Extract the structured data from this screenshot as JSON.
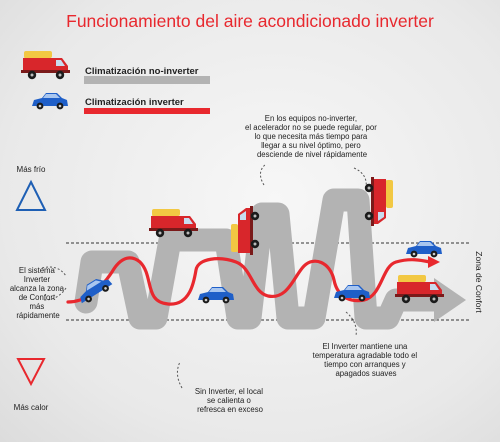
{
  "title": "Funcionamiento del aire acondicionado inverter",
  "legend": {
    "non_inverter": {
      "label": "Climatización no-inverter",
      "color": "#b3b3b3"
    },
    "inverter": {
      "label": "Climatización inverter",
      "color": "#e8282e"
    }
  },
  "cold_label": "Más frío",
  "hot_label": "Más calor",
  "comfort_label": "Zona de Confort",
  "annotations": {
    "top_right": [
      "En los equipos no-inverter,",
      "el acelerador no se puede regular, por",
      "lo que necesita más tiempo para",
      "llegar a su nivel óptimo, pero",
      "desciende de nivel rápidamente"
    ],
    "left": [
      "El sistema",
      "Inverter",
      "alcanza la zona",
      "de Confort",
      "más",
      "rápidamente"
    ],
    "bottom_right": [
      "El Inverter mantiene una",
      "temperatura agradable todo el",
      "tiempo con arranques y",
      "apagados suaves"
    ],
    "bottom_center": [
      "Sin Inverter, el local",
      "se calienta o",
      "refresca en exceso"
    ]
  },
  "colors": {
    "title": "#e8282e",
    "gray_path": "#b3b3b3",
    "red_line": "#e8282e",
    "triangle": "#1e5fb4",
    "car": "#1f5fc8",
    "truck_cab": "#d8262b",
    "truck_cargo": "#f2c843",
    "text": "#222222"
  }
}
